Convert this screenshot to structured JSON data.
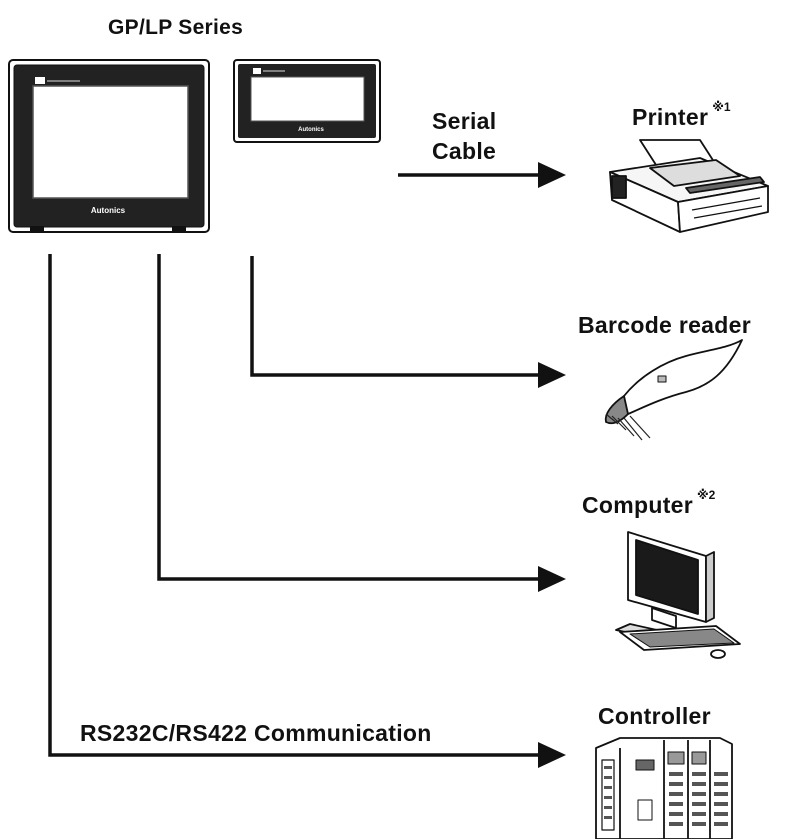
{
  "diagram": {
    "title": "GP/LP Series",
    "brand": "Autonics",
    "cable_label_line1": "Serial",
    "cable_label_line2": "Cable",
    "bus_label": "RS232C/RS422 Communication",
    "devices": [
      {
        "name": "Printer",
        "note": "※1"
      },
      {
        "name": "Barcode reader",
        "note": ""
      },
      {
        "name": "Computer",
        "note": "※2"
      },
      {
        "name": "Controller",
        "note": ""
      }
    ]
  }
}
